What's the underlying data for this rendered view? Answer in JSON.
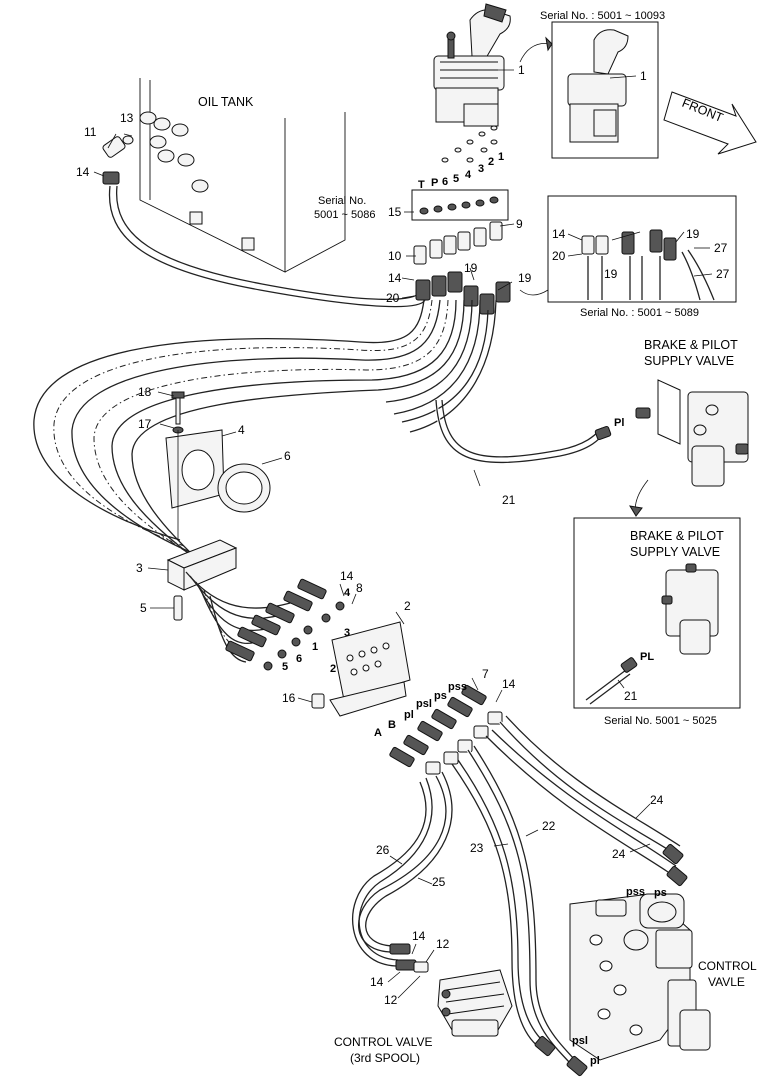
{
  "titles": {
    "oil_tank": "OIL TANK",
    "front": "FRONT",
    "brake_pilot_top_line1": "BRAKE & PILOT",
    "brake_pilot_top_line2": "SUPPLY VALVE",
    "brake_pilot_inset_line1": "BRAKE & PILOT",
    "brake_pilot_inset_line2": "SUPPLY VALVE",
    "control_vavle_line1": "CONTROL",
    "control_vavle_line2": "VAVLE",
    "control_valve_3rd_line1": "CONTROL VALVE",
    "control_valve_3rd_line2": "(3rd SPOOL)"
  },
  "serials": {
    "top_right": "Serial No. : 5001 ~ 10093",
    "left_line1": "Serial No.",
    "left_line2": "5001 ~ 5086",
    "right_inset": "Serial No. :  5001 ~ 5089",
    "bottom_inset": "Serial No. 5001 ~ 5025"
  },
  "port_labels": {
    "T": "T",
    "P": "P",
    "p6": "6",
    "p5": "5",
    "p4": "4",
    "p3": "3",
    "p2": "2",
    "p1": "1",
    "PL_top": "Pl",
    "PL_inset": "PL",
    "pss_mid": "pss",
    "ps_mid": "ps",
    "psl_mid": "psl",
    "pl_mid": "pl",
    "B": "B",
    "A": "A",
    "pss_cv": "pss",
    "ps_cv": "ps",
    "psl_cv": "psl",
    "pl_cv": "pl",
    "h1": "1",
    "h2": "2",
    "h3": "3",
    "h4": "4",
    "h5": "5",
    "h6": "6"
  },
  "callouts": {
    "c1_main": "1",
    "c1_inset": "1",
    "c2": "2",
    "c3": "3",
    "c4": "4",
    "c5": "5",
    "c6": "6",
    "c7": "7",
    "c8": "8",
    "c9": "9",
    "c10": "10",
    "c11": "11",
    "c12a": "12",
    "c12b": "12",
    "c13": "13",
    "c14_tank": "14",
    "c14_mid": "14",
    "c14_a": "14",
    "c14_b": "14",
    "c14_c": "14",
    "c14_d": "14",
    "c14_inset": "14",
    "c15": "15",
    "c16": "16",
    "c17": "17",
    "c18": "18",
    "c19_a": "19",
    "c19_b": "19",
    "c19_i1": "19",
    "c19_i2": "19",
    "c20": "20",
    "c20_inset": "20",
    "c21_main": "21",
    "c21_inset": "21",
    "c22": "22",
    "c23": "23",
    "c24_a": "24",
    "c24_b": "24",
    "c25": "25",
    "c26": "26",
    "c27_a": "27",
    "c27_b": "27"
  }
}
